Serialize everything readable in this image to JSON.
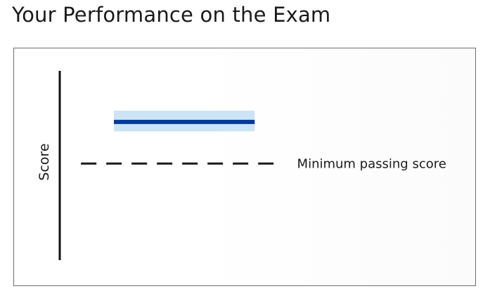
{
  "page": {
    "title": "Your Performance on the Exam"
  },
  "colors": {
    "score_line": "#003b95",
    "score_band": "#cde4f4",
    "axis": "#111111",
    "passing_line": "#1a1a1a"
  },
  "chart_data": {
    "type": "line",
    "title": "",
    "xlabel": "",
    "ylabel": "Score",
    "ylim": [
      0,
      100
    ],
    "xlim": [
      0,
      100
    ],
    "grid": false,
    "legend": "none",
    "series": [
      {
        "role": "your-score",
        "x": [
          0,
          47
        ],
        "y": [
          73,
          73
        ],
        "band_low": 68,
        "band_high": 79
      }
    ],
    "reference_lines": [
      {
        "role": "minimum-passing-score",
        "y": 51,
        "x_range": [
          -11,
          56
        ],
        "style": "dashed",
        "label": "Minimum passing score"
      }
    ]
  }
}
